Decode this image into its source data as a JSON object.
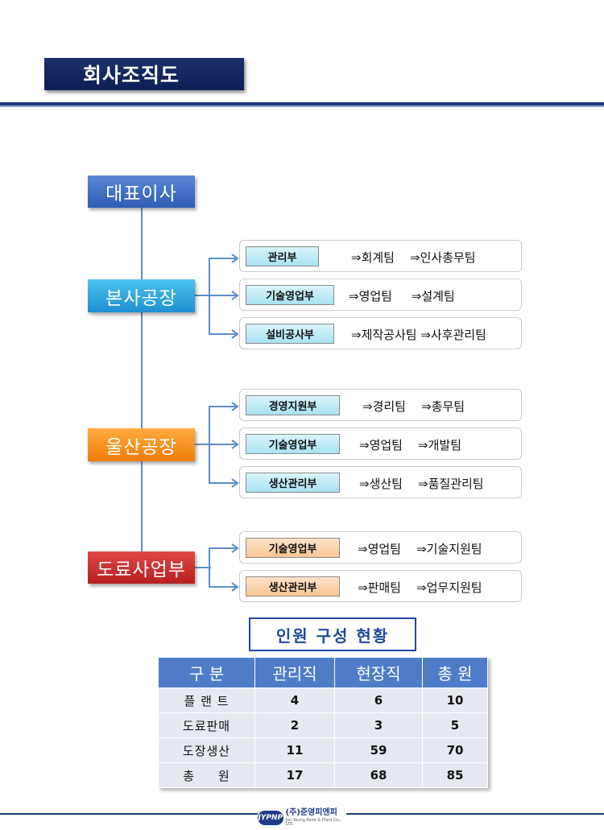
{
  "header": {
    "title": "회사조직도"
  },
  "org": {
    "root": "대표이사",
    "divisions": [
      {
        "name": "본사공장",
        "color": "#1f8fd0",
        "departments": [
          {
            "name": "관리부",
            "teams": "⇒회계팀    ⇒인사총무팀"
          },
          {
            "name": "기술영업부",
            "teams": "⇒영업팀     ⇒설계팀"
          },
          {
            "name": "설비공사부",
            "teams": "⇒제작공사팀 ⇒사후관리팀"
          }
        ]
      },
      {
        "name": "울산공장",
        "color": "#ee7c06",
        "departments": [
          {
            "name": "경영지원부",
            "teams": "⇒경리팀    ⇒총무팀"
          },
          {
            "name": "기술영업부",
            "teams": "⇒영업팀    ⇒개발팀"
          },
          {
            "name": "생산관리부",
            "teams": "⇒생산팀    ⇒품질관리팀"
          }
        ]
      },
      {
        "name": "도료사업부",
        "color": "#b71e20",
        "departments": [
          {
            "name": "기술영업부",
            "teams": "⇒영업팀    ⇒기술지원팀"
          },
          {
            "name": "생산관리부",
            "teams": "⇒판매팀    ⇒업무지원팀"
          }
        ]
      }
    ]
  },
  "staff": {
    "title": "인원 구성 현황",
    "headers": [
      "구   분",
      "관리직",
      "현장직",
      "총 원"
    ],
    "rows": [
      [
        "플 랜 트",
        "4",
        "6",
        "10"
      ],
      [
        "도료판매",
        "2",
        "3",
        "5"
      ],
      [
        "도장생산",
        "11",
        "59",
        "70"
      ],
      [
        "총     원",
        "17",
        "68",
        "85"
      ]
    ]
  },
  "footer": {
    "logo_mark": "JYPNP",
    "company_ko": "(주)준영피엔피",
    "company_en": "Jun Young Paint & Plant Co., LTD."
  }
}
